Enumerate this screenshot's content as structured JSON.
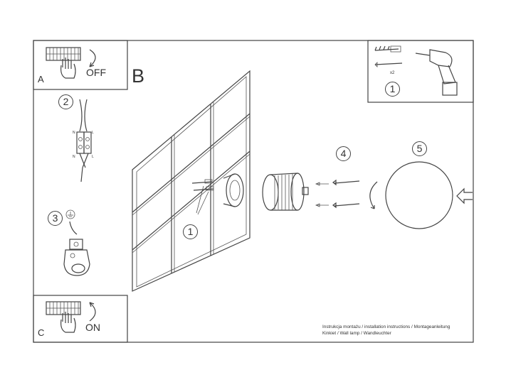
{
  "panel_a": {
    "letter": "A",
    "action": "OFF"
  },
  "panel_c": {
    "letter": "C",
    "action": "ON"
  },
  "panel_b": {
    "letter": "B"
  },
  "steps": {
    "s1": "1",
    "s1_wall": "1",
    "s2": "2",
    "s3": "3",
    "s4": "4",
    "s5": "5"
  },
  "hardware_qty": "x2",
  "terminal_labels": {
    "n_top": "N",
    "l_top": "L",
    "n_bottom": "N",
    "l_bottom": "L"
  },
  "footer": {
    "line1": "Instrukcja montażu / installation instructions / Montageanleitung",
    "line2": "Kinkiet / Wall lamp / Wandleuchter"
  },
  "icons": [
    "hand-switch-icon",
    "curved-arrow-icon",
    "drill-icon",
    "screw-anchor-icon",
    "ground-symbol-icon",
    "push-arrow-icon"
  ]
}
